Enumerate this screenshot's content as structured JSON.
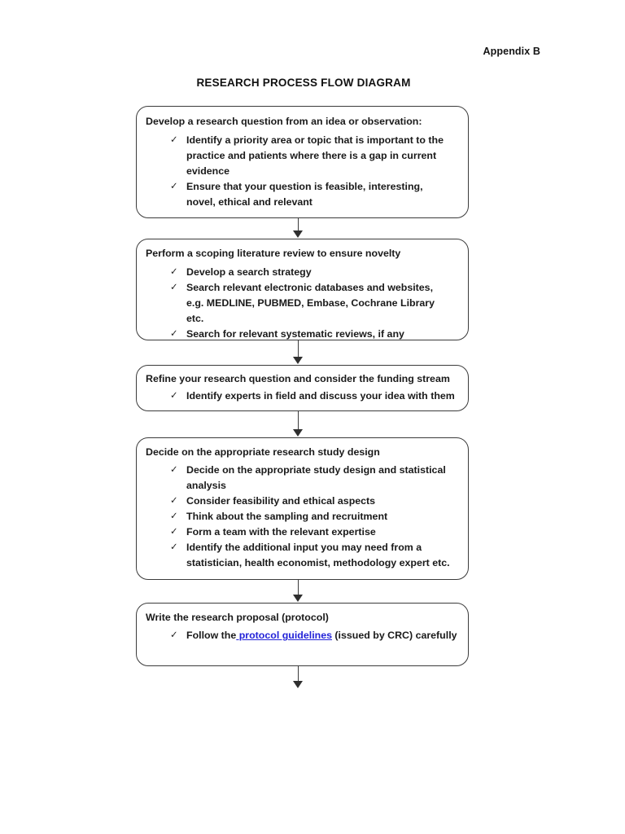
{
  "document": {
    "appendix_label": "Appendix B",
    "title": "RESEARCH PROCESS FLOW DIAGRAM"
  },
  "colors": {
    "box_border": "#3b3b3b",
    "text": "#1a1a1a",
    "hyperlink": "#2323d8",
    "arrow": "#2f2f2f",
    "page_background": "#ffffff"
  },
  "icons": {
    "checkmark": "✓",
    "arrow_down": "arrow-down-icon"
  },
  "flow": {
    "steps": [
      {
        "id": "step-1",
        "heading": "Develop a research question from an idea or observation:",
        "items": [
          "Identify a priority area or topic that is important to the practice and patients where there is a gap in current evidence",
          "Ensure that your question is feasible, interesting, novel, ethical and relevant"
        ]
      },
      {
        "id": "step-2",
        "heading": "Perform a scoping literature review to ensure novelty",
        "items": [
          "Develop a search strategy",
          "Search relevant electronic databases and websites, e.g. MEDLINE, PUBMED, Embase, Cochrane Library etc.",
          "Search for relevant systematic reviews, if any"
        ]
      },
      {
        "id": "step-3",
        "heading": "Refine your research question and consider the funding stream",
        "items": [
          "Identify experts in field and discuss your idea with them"
        ]
      },
      {
        "id": "step-4",
        "heading": "Decide on the appropriate research study design",
        "items": [
          "Decide on the appropriate study design and statistical analysis",
          "Consider feasibility and ethical aspects",
          "Think about the sampling and recruitment",
          "Form a team with the relevant expertise",
          "Identify the additional input you may need from a statistician, health economist, methodology expert etc."
        ]
      },
      {
        "id": "step-5",
        "heading": "Write the research proposal (protocol)",
        "items": [
          {
            "prefix": "Follow the",
            "link": " protocol guidelines",
            "suffix": " (issued by CRC) carefully"
          }
        ]
      }
    ]
  }
}
